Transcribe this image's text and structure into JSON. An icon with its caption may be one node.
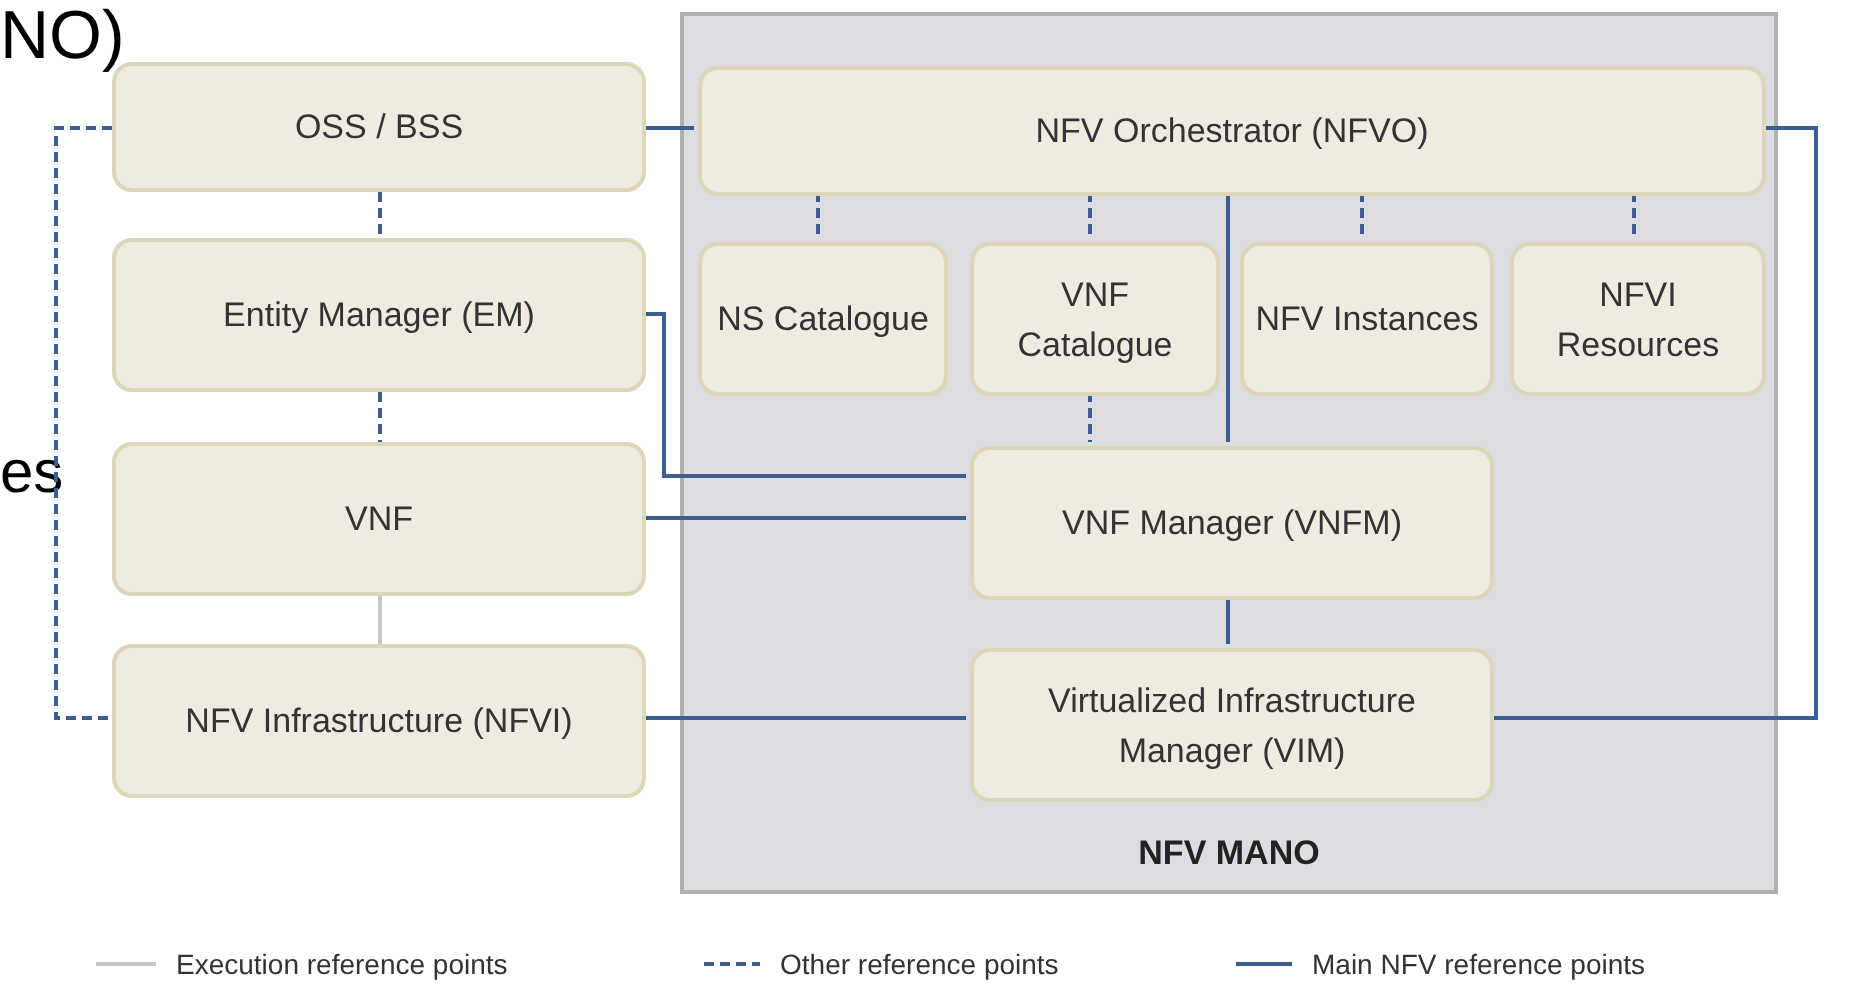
{
  "diagram": {
    "nodes": [
      {
        "text": [
          "OSS / BSS"
        ]
      },
      {
        "text": [
          "NFV MANO"
        ]
      },
      {
        "text": [
          "NFV Orchestrator (NFVO)"
        ],
        "in": 1
      },
      {
        "text": [
          "NS Catalogue"
        ],
        "in": 1
      },
      {
        "text": [
          "VNF Catalogue"
        ],
        "in": 1
      },
      {
        "text": [
          "NFV Instances"
        ],
        "in": 1
      },
      {
        "text": [
          "NFVI Resources"
        ],
        "in": 1
      },
      {
        "text": [
          "Entity Manager (EM)"
        ]
      },
      {
        "text": [
          "VNF"
        ]
      },
      {
        "text": [
          "VNF Manager (VNFM)"
        ],
        "in": 1
      },
      {
        "text": [
          "NFV Infrastructure (NFVI)"
        ]
      },
      {
        "text": [
          "Virtualized Infrastructure Manager (VIM)"
        ],
        "in": 1
      }
    ],
    "edges": [
      {
        "from": 0,
        "to": 2,
        "arrow": "none"
      },
      {
        "from": 0,
        "to": 7,
        "arrow": "none",
        "style": "dashed"
      },
      {
        "from": 7,
        "to": 8,
        "arrow": "none",
        "style": "dashed"
      },
      {
        "from": 8,
        "to": 10,
        "arrow": "none",
        "color": "#c8c8c8"
      },
      {
        "from": 0,
        "to": 10,
        "arrow": "none",
        "style": "dashed"
      },
      {
        "from": 2,
        "to": 3,
        "arrow": "none",
        "style": "dashed"
      },
      {
        "from": 2,
        "to": 4,
        "arrow": "none",
        "style": "dashed"
      },
      {
        "from": 2,
        "to": 5,
        "arrow": "none",
        "style": "dashed"
      },
      {
        "from": 2,
        "to": 6,
        "arrow": "none",
        "style": "dashed"
      },
      {
        "from": 4,
        "to": 9,
        "arrow": "none",
        "style": "dashed"
      },
      {
        "from": 2,
        "to": 9,
        "arrow": "none"
      },
      {
        "from": 7,
        "to": 9,
        "arrow": "none"
      },
      {
        "from": 8,
        "to": 9,
        "arrow": "none"
      },
      {
        "from": 9,
        "to": 11,
        "arrow": "none"
      },
      {
        "from": 10,
        "to": 11,
        "arrow": "none"
      },
      {
        "from": 2,
        "to": 11,
        "arrow": "none"
      }
    ],
    "labels": [
      "NO)",
      "es"
    ],
    "legend": [
      {
        "text": "Execution reference points"
      },
      {
        "text": "Other reference points"
      },
      {
        "text": "Main NFV reference points"
      }
    ]
  }
}
